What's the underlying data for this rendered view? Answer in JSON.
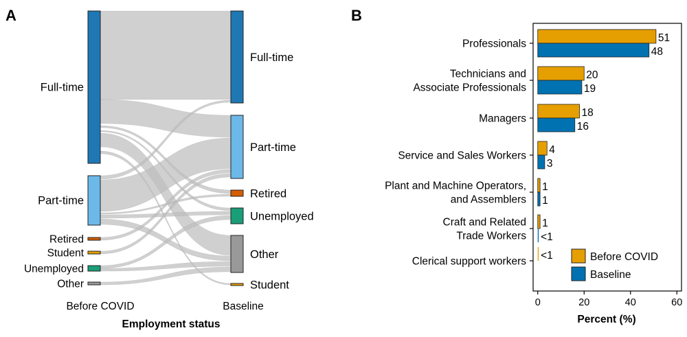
{
  "colors": {
    "before": "#E69F00",
    "baseline": "#0072B2",
    "flow": "#BEBEBE",
    "fulltime": "#1F78B4",
    "parttime": "#6CB8E8",
    "retired": "#D55E00",
    "student": "#E69F00",
    "unemployed": "#1A9E78",
    "other": "#999999"
  },
  "panel_a": {
    "letter": "A",
    "left_axis": "Before COVID",
    "right_axis": "Baseline",
    "xlabel": "Employment status",
    "left_nodes": [
      {
        "key": "fulltime",
        "label": "Full-time"
      },
      {
        "key": "parttime",
        "label": "Part-time"
      },
      {
        "key": "retired",
        "label": "Retired"
      },
      {
        "key": "student",
        "label": "Student"
      },
      {
        "key": "unemployed",
        "label": "Unemployed"
      },
      {
        "key": "other",
        "label": "Other"
      }
    ],
    "right_nodes": [
      {
        "key": "fulltime",
        "label": "Full-time"
      },
      {
        "key": "parttime",
        "label": "Part-time"
      },
      {
        "key": "retired",
        "label": "Retired"
      },
      {
        "key": "unemployed",
        "label": "Unemployed"
      },
      {
        "key": "other",
        "label": "Other"
      },
      {
        "key": "student",
        "label": "Student"
      }
    ]
  },
  "chart_data": {
    "type": "bar",
    "orientation": "horizontal",
    "letter": "B",
    "categories": [
      "Professionals",
      "Technicians and\nAssociate Professionals",
      "Managers",
      "Service and Sales Workers",
      "Plant and Machine Operators,\nand Assemblers",
      "Craft and Related\nTrade Workers",
      "Clerical support workers"
    ],
    "series": [
      {
        "name": "Before COVID",
        "color": "#E69F00",
        "values": [
          51,
          20,
          18,
          4,
          1,
          1,
          0.4
        ],
        "labels": [
          "51",
          "20",
          "18",
          "4",
          "1",
          "1",
          "<1"
        ]
      },
      {
        "name": "Baseline",
        "color": "#0072B2",
        "values": [
          48,
          19,
          16,
          3,
          1,
          0.4,
          0
        ],
        "labels": [
          "48",
          "19",
          "16",
          "3",
          "1",
          "<1",
          ""
        ]
      }
    ],
    "xlabel": "Percent (%)",
    "xlim": [
      -2,
      62
    ],
    "xticks": [
      0,
      20,
      40,
      60
    ],
    "legend_position": "bottom-right"
  }
}
